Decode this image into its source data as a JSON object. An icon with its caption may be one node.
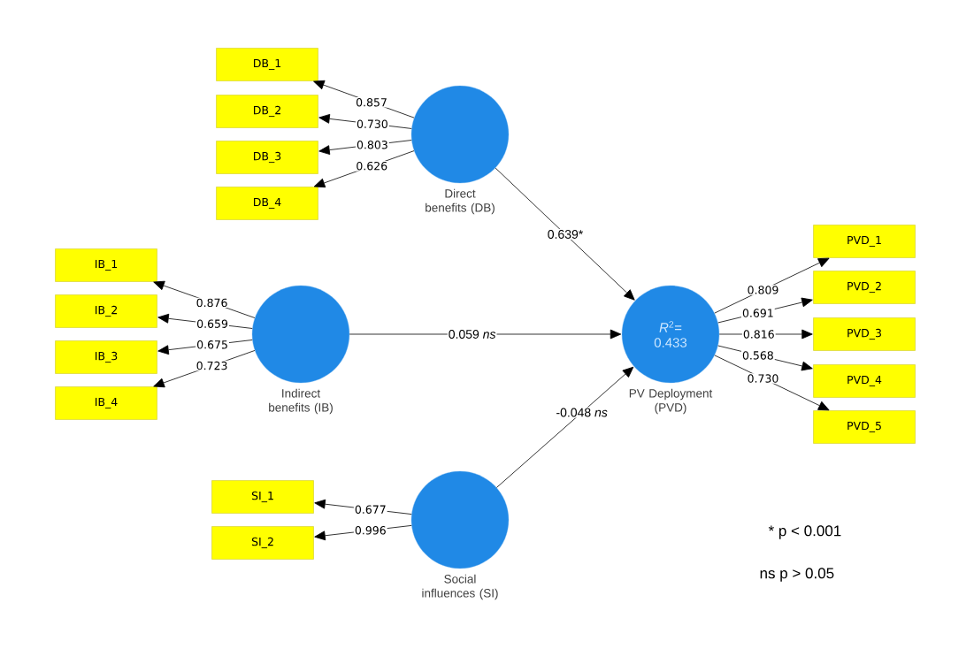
{
  "diagram": {
    "nodes": [
      {
        "text": [
          "DB_1"
        ]
      },
      {
        "text": [
          "DB_2"
        ]
      },
      {
        "text": [
          "DB_3"
        ]
      },
      {
        "text": [
          "DB_4"
        ]
      },
      {
        "text": [
          "Direct benefits (DB)"
        ]
      },
      {
        "text": [
          "IB_1"
        ]
      },
      {
        "text": [
          "IB_2"
        ]
      },
      {
        "text": [
          "IB_3"
        ]
      },
      {
        "text": [
          "IB_4"
        ]
      },
      {
        "text": [
          "Indirect benefits (IB)"
        ]
      },
      {
        "text": [
          "*R*$^{2}$= 0.433",
          "PV Deployment (PVD)"
        ]
      },
      {
        "text": [
          "PVD_1"
        ]
      },
      {
        "text": [
          "PVD_2"
        ]
      },
      {
        "text": [
          "PVD_3"
        ]
      },
      {
        "text": [
          "PVD_4"
        ]
      },
      {
        "text": [
          "PVD_5"
        ]
      },
      {
        "text": [
          "SI_1"
        ]
      },
      {
        "text": [
          "SI_2"
        ]
      },
      {
        "text": [
          "Social influences (SI)"
        ]
      }
    ],
    "edges": [
      {
        "from": 4,
        "to": 0,
        "arrow": "to",
        "label": "0.857"
      },
      {
        "from": 4,
        "to": 1,
        "arrow": "to",
        "label": "0.730"
      },
      {
        "from": 4,
        "to": 2,
        "arrow": "to",
        "label": "0.803"
      },
      {
        "from": 4,
        "to": 3,
        "arrow": "to",
        "label": "0.626"
      },
      {
        "from": 9,
        "to": 5,
        "arrow": "to",
        "label": "0.876"
      },
      {
        "from": 9,
        "to": 6,
        "arrow": "to",
        "label": "0.659"
      },
      {
        "from": 9,
        "to": 7,
        "arrow": "to",
        "label": "0.675"
      },
      {
        "from": 9,
        "to": 8,
        "arrow": "to",
        "label": "0.723"
      },
      {
        "from": 10,
        "to": 11,
        "arrow": "to",
        "label": "0.809"
      },
      {
        "from": 10,
        "to": 12,
        "arrow": "to",
        "label": "0.691"
      },
      {
        "from": 10,
        "to": 13,
        "arrow": "to",
        "label": "0.816"
      },
      {
        "from": 10,
        "to": 14,
        "arrow": "to",
        "label": "0.568"
      },
      {
        "from": 10,
        "to": 15,
        "arrow": "to",
        "label": "0.730"
      },
      {
        "from": 18,
        "to": 16,
        "arrow": "to",
        "label": "0.677"
      },
      {
        "from": 18,
        "to": 17,
        "arrow": "to",
        "label": "0.996"
      },
      {
        "from": 4,
        "to": 10,
        "arrow": "to",
        "label": "0.639*"
      },
      {
        "from": 9,
        "to": 10,
        "arrow": "to",
        "label": "0.059 *ns*"
      },
      {
        "from": 18,
        "to": 10,
        "arrow": "to",
        "label": "-0.048 *ns*"
      }
    ],
    "labels": [
      "* p < 0.001",
      "ns p > 0.05"
    ]
  }
}
